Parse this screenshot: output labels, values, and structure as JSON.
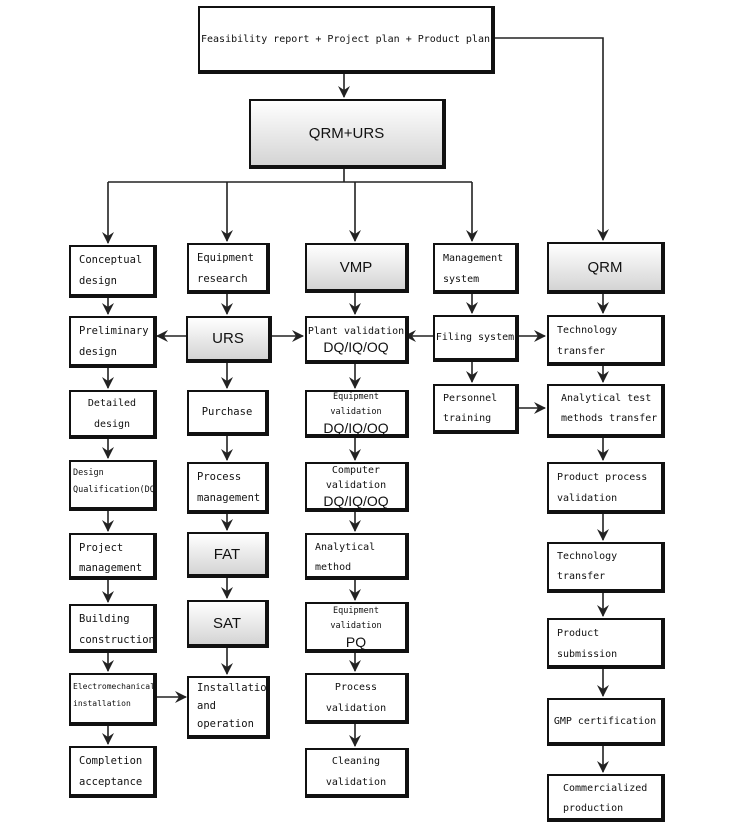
{
  "top": {
    "plan": "Feasibility report + Project plan + Product plan",
    "qrm_urs": "QRM+URS"
  },
  "col1": {
    "conceptual": "Conceptual\ndesign",
    "preliminary": "Preliminary\ndesign",
    "detailed": "Detailed design",
    "dq": "Design\nQualification(DQ)",
    "project_mgmt": "Project\nmanagement",
    "building": "Building\nconstruction",
    "electromech": "Electromechanical\ninstallation",
    "completion": "Completion\nacceptance"
  },
  "col2": {
    "equipment_research": "Equipment\nresearch",
    "urs": "URS",
    "purchase": "Purchase",
    "process_mgmt": "Process\nmanagement",
    "fat": "FAT",
    "sat": "SAT",
    "installation": "Installation\nand\noperation test"
  },
  "col3": {
    "vmp": "VMP",
    "plant_validation": "Plant validation",
    "plant_validation_sub": "DQ/IQ/OQ",
    "equipment_validation": "Equipment validation",
    "equipment_validation_sub": "DQ/IQ/OQ",
    "computer_validation": "Computer validation",
    "computer_validation_sub": "DQ/IQ/OQ",
    "analytical_method": "Analytical method\nvalidation",
    "equipment_validation_pq": "Equipment validation",
    "equipment_validation_pq_sub": "PQ",
    "process_validation": "Process validation",
    "cleaning_validation": "Cleaning validation"
  },
  "col4": {
    "management_system": "Management\nsystem",
    "filing_system": "Filing system",
    "personnel_training": "Personnel\ntraining"
  },
  "col5": {
    "qrm": "QRM",
    "tech_transfer_plan": "Technology transfer\nplan",
    "analytical_test": "Analytical test\nmethods transfer",
    "product_process": "Product process\nvalidation",
    "tech_transfer_report": "Technology transfer\nreport",
    "product_submission": "Product submission\nfor approval",
    "gmp_certification": "GMP certification",
    "commercialized": "Commercialized\nproduction"
  }
}
